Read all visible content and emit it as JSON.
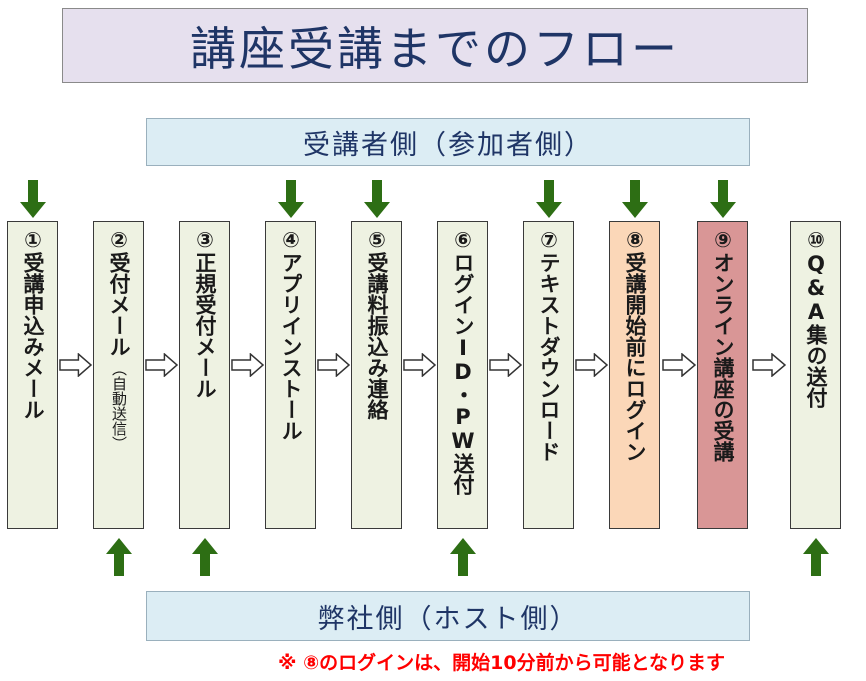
{
  "title": "講座受講までのフロー",
  "participant_band": "受講者側（参加者側）",
  "host_band": "弊社側（ホスト側）",
  "steps": [
    {
      "label": "①受講申込みメール",
      "sub": "",
      "fill": "#eef2e2"
    },
    {
      "label": "②受付メール",
      "sub": "（自動送信）",
      "fill": "#eef2e2"
    },
    {
      "label": "③正規受付メール",
      "sub": "",
      "fill": "#eef2e2"
    },
    {
      "label": "④アプリインストール",
      "sub": "",
      "fill": "#eef2e2"
    },
    {
      "label": "⑤受講料振込み連絡",
      "sub": "",
      "fill": "#eef2e2"
    },
    {
      "label": "⑥ログインID・PW送付",
      "sub": "",
      "fill": "#eef2e2"
    },
    {
      "label": "⑦テキストダウンロード",
      "sub": "",
      "fill": "#eef2e2"
    },
    {
      "label": "⑧受講開始前にログイン",
      "sub": "",
      "fill": "#fbd7b8"
    },
    {
      "label": "⑨オンライン講座の受講",
      "sub": "",
      "fill": "#d99696"
    },
    {
      "label": "⑩Q&A集の送付",
      "sub": "",
      "fill": "#eef2e2"
    }
  ],
  "participant_steps": [
    1,
    4,
    5,
    7,
    8,
    9
  ],
  "host_steps": [
    2,
    3,
    6,
    10
  ],
  "note": "※ ⑧のログインは、開始10分前から可能となります",
  "colors": {
    "arrow_green": "#2d6e14",
    "box_default": "#eef2e2",
    "box_highlight_8": "#fbd7b8",
    "box_highlight_9": "#d99696",
    "note_red": "#ff0000"
  }
}
